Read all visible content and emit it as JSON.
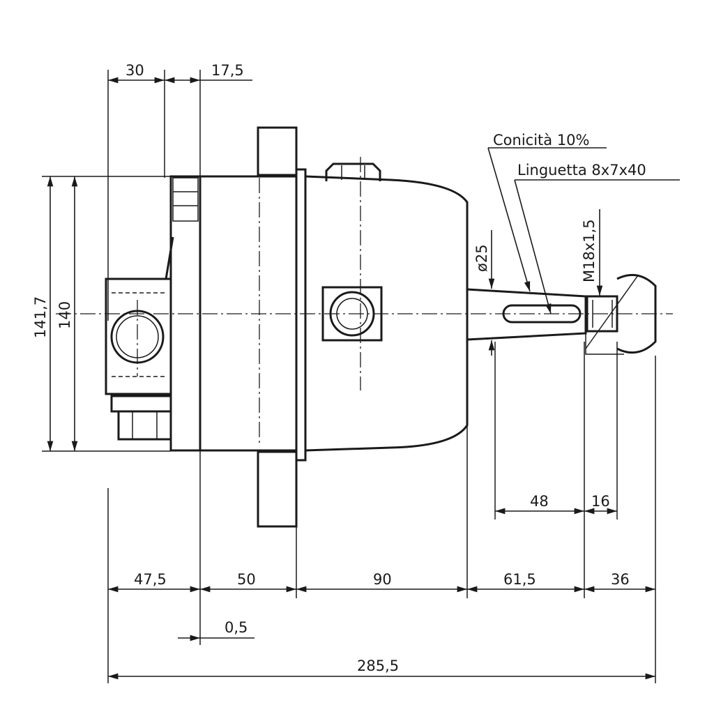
{
  "drawing": {
    "annotations": {
      "conicity": "Conicità 10%",
      "key": "Linguetta 8x7x40",
      "shaft_diameter": "ø25",
      "thread": "M18x1,5"
    },
    "dimensions": {
      "top_30": "30",
      "top_17_5": "17,5",
      "height_141_7": "141,7",
      "height_140": "140",
      "d_48": "48",
      "d_16": "16",
      "b_47_5": "47,5",
      "b_50": "50",
      "b_90": "90",
      "b_61_5": "61,5",
      "b_36": "36",
      "d_0_5": "0,5",
      "total": "285,5"
    }
  }
}
